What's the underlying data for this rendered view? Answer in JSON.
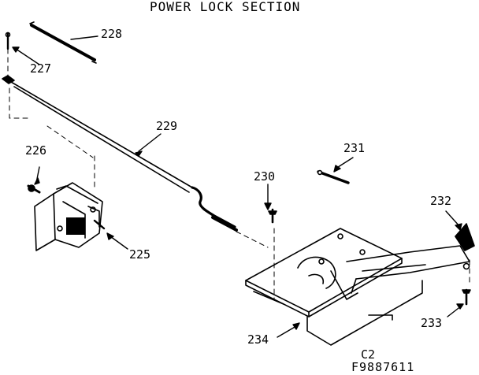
{
  "title": "POWER LOCK SECTION",
  "parts": [
    {
      "id": "p225",
      "number": "225"
    },
    {
      "id": "p226",
      "number": "226"
    },
    {
      "id": "p227",
      "number": "227"
    },
    {
      "id": "p228",
      "number": "228"
    },
    {
      "id": "p229",
      "number": "229"
    },
    {
      "id": "p230",
      "number": "230"
    },
    {
      "id": "p231",
      "number": "231"
    },
    {
      "id": "p232",
      "number": "232"
    },
    {
      "id": "p233",
      "number": "233"
    },
    {
      "id": "p234",
      "number": "234"
    }
  ],
  "footer": {
    "section_code": "C2",
    "figure_code": "F9887611"
  },
  "colors": {
    "ink": "#000000",
    "paper": "#ffffff"
  }
}
